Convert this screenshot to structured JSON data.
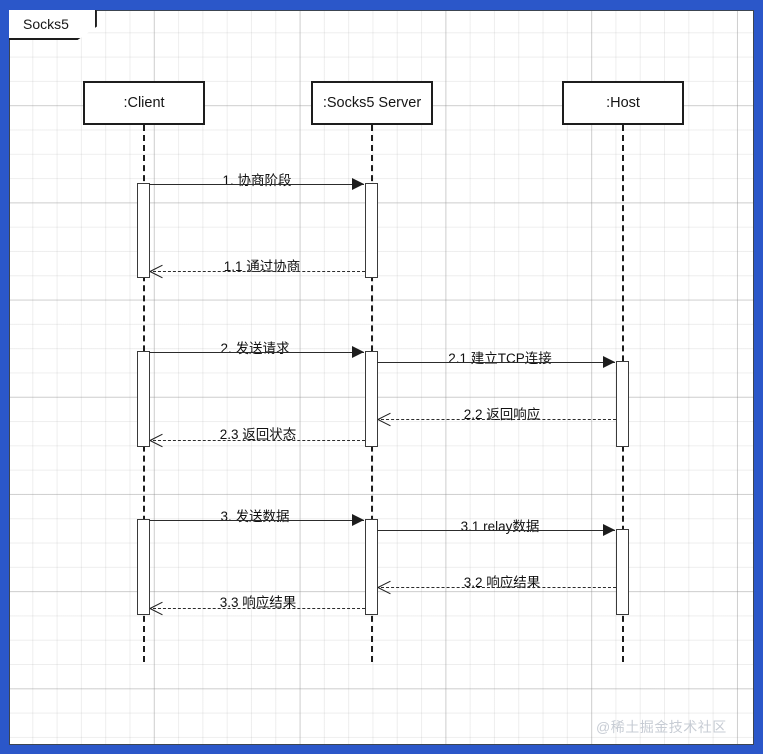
{
  "diagram": {
    "frame_label": "Socks5",
    "type": "uml-sequence-diagram",
    "participants": [
      {
        "id": "client",
        "label": ":Client"
      },
      {
        "id": "server",
        "label": ":Socks5 Server"
      },
      {
        "id": "host",
        "label": ":Host"
      }
    ],
    "messages": [
      {
        "id": "m1",
        "label": "1. 协商阶段",
        "from": "client",
        "to": "server",
        "style": "solid",
        "direction": "right"
      },
      {
        "id": "m1_1",
        "label": "1.1 通过协商",
        "from": "server",
        "to": "client",
        "style": "dashed",
        "direction": "left"
      },
      {
        "id": "m2",
        "label": "2. 发送请求",
        "from": "client",
        "to": "server",
        "style": "solid",
        "direction": "right"
      },
      {
        "id": "m2_1",
        "label": "2.1 建立TCP连接",
        "from": "server",
        "to": "host",
        "style": "solid",
        "direction": "right"
      },
      {
        "id": "m2_2",
        "label": "2.2 返回响应",
        "from": "host",
        "to": "server",
        "style": "dashed",
        "direction": "left"
      },
      {
        "id": "m2_3",
        "label": "2.3 返回状态",
        "from": "server",
        "to": "client",
        "style": "dashed",
        "direction": "left"
      },
      {
        "id": "m3",
        "label": "3. 发送数据",
        "from": "client",
        "to": "server",
        "style": "solid",
        "direction": "right"
      },
      {
        "id": "m3_1",
        "label": "3.1 relay数据",
        "from": "server",
        "to": "host",
        "style": "solid",
        "direction": "right"
      },
      {
        "id": "m3_2",
        "label": "3.2 响应结果",
        "from": "host",
        "to": "server",
        "style": "dashed",
        "direction": "left"
      },
      {
        "id": "m3_3",
        "label": "3.3 响应结果",
        "from": "server",
        "to": "client",
        "style": "dashed",
        "direction": "left"
      }
    ],
    "watermark": "@稀土掘金技术社区",
    "colors": {
      "frame_blue": "#2b57c9",
      "stroke": "#1d1d1d",
      "canvas": "#ffffff",
      "watermark": "#c7ccd4"
    }
  }
}
